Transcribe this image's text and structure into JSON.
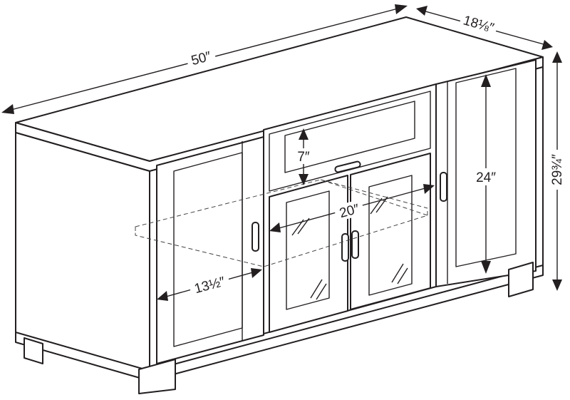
{
  "dimensions": {
    "width": "50″",
    "depth": "18⅛″",
    "height": "29¾″",
    "side_depth": "13½″",
    "shelf_width": "20″",
    "shelf_height": "7″",
    "side_opening_height": "24″"
  }
}
